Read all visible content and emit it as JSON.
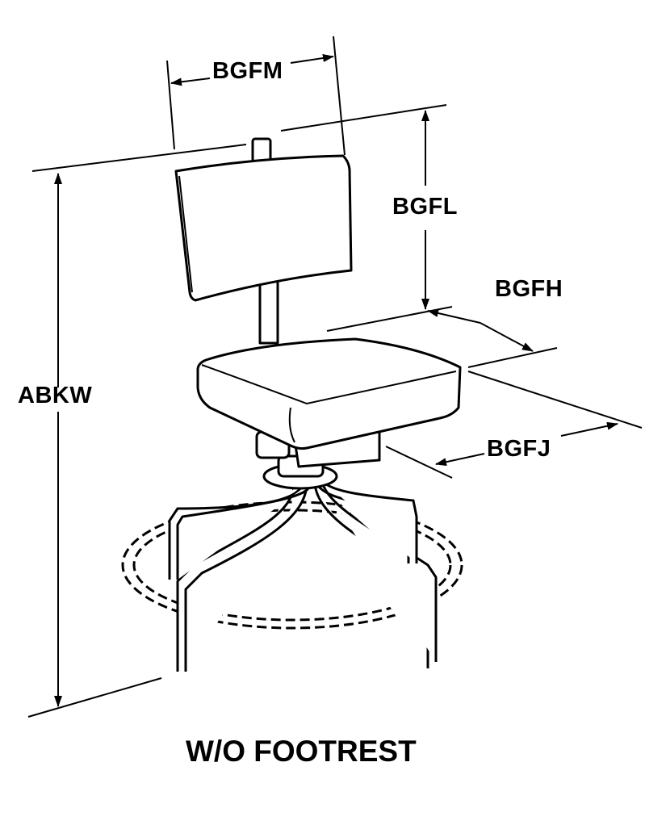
{
  "diagram": {
    "subject": "chair",
    "dimensions": [
      {
        "code": "BGFM"
      },
      {
        "code": "BGFL"
      },
      {
        "code": "BGFH"
      },
      {
        "code": "BGFJ"
      },
      {
        "code": "ABKW"
      }
    ],
    "caption": "W/O FOOTREST"
  }
}
